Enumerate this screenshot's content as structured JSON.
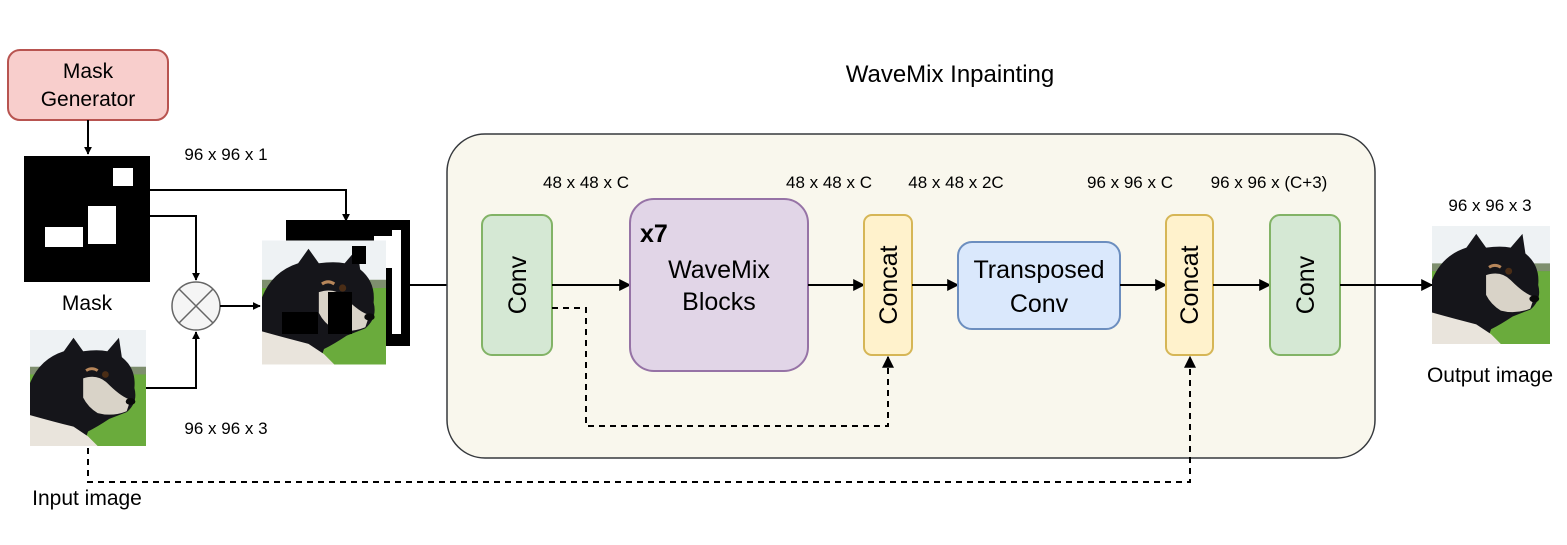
{
  "title": "WaveMix Inpainting",
  "mask_generator": {
    "line1": "Mask",
    "line2": "Generator"
  },
  "mask_label": "Mask",
  "input_label": "Input image",
  "output_label": "Output image",
  "dims": {
    "mask": "96 x 96 x 1",
    "input": "96 x 96 x 3",
    "conv1_out": "48 x 48 x C",
    "wavemix_out": "48 x 48 x C",
    "concat1_out": "48 x 48 x 2C",
    "tconv_out": "96 x 96 x C",
    "concat2_out": "96 x 96 x (C+3)",
    "output": "96 x 96 x 3"
  },
  "blocks": {
    "conv1": "Conv",
    "wavemix_repeat": "x7",
    "wavemix_line1": "WaveMix",
    "wavemix_line2": "Blocks",
    "concat1": "Concat",
    "tconv_line1": "Transposed",
    "tconv_line2": "Conv",
    "concat2": "Concat",
    "conv2": "Conv"
  },
  "colors": {
    "mask_generator_fill": "#f8cecc",
    "mask_generator_stroke": "#b85450",
    "conv_fill": "#d5e8d4",
    "conv_stroke": "#82b366",
    "wavemix_fill": "#e1d5e7",
    "wavemix_stroke": "#9673a6",
    "concat_fill": "#fff2cc",
    "concat_stroke": "#d6b656",
    "tconv_fill": "#dae8fc",
    "tconv_stroke": "#6c8ebf",
    "container_fill": "#f9f7ed",
    "container_stroke": "#36393d"
  }
}
